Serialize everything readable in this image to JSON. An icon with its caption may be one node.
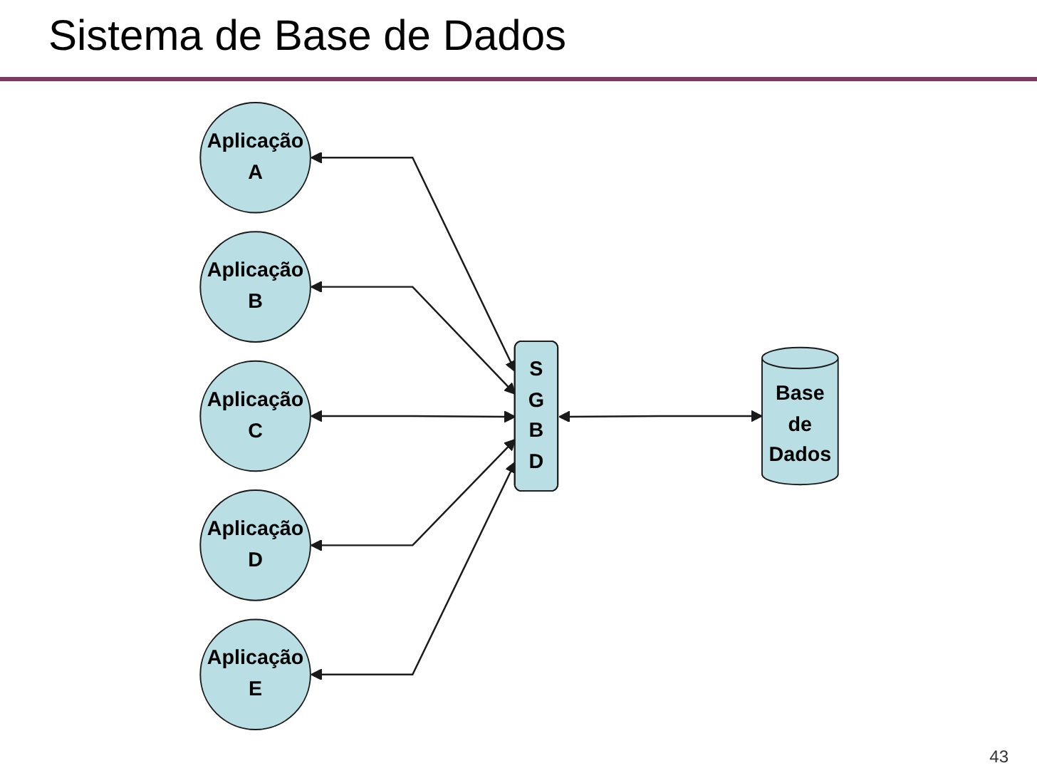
{
  "diagram": {
    "title": "Sistema de Base de Dados",
    "nodes": [
      {
        "text": [
          "Aplicação A"
        ]
      },
      {
        "text": [
          "Aplicação B"
        ]
      },
      {
        "text": [
          "Aplicação C"
        ]
      },
      {
        "text": [
          "Aplicação D"
        ]
      },
      {
        "text": [
          "Aplicação E"
        ]
      },
      {
        "text": [
          "S G B D"
        ]
      },
      {
        "text": [
          "Base de Dados"
        ]
      }
    ],
    "edges": [
      {
        "from": 0,
        "to": 5,
        "arrow": "both"
      },
      {
        "from": 1,
        "to": 5,
        "arrow": "both"
      },
      {
        "from": 2,
        "to": 5,
        "arrow": "both"
      },
      {
        "from": 3,
        "to": 5,
        "arrow": "both"
      },
      {
        "from": 4,
        "to": 5,
        "arrow": "both"
      },
      {
        "from": 5,
        "to": 6,
        "arrow": "both"
      }
    ],
    "labels": [
      "43"
    ]
  }
}
